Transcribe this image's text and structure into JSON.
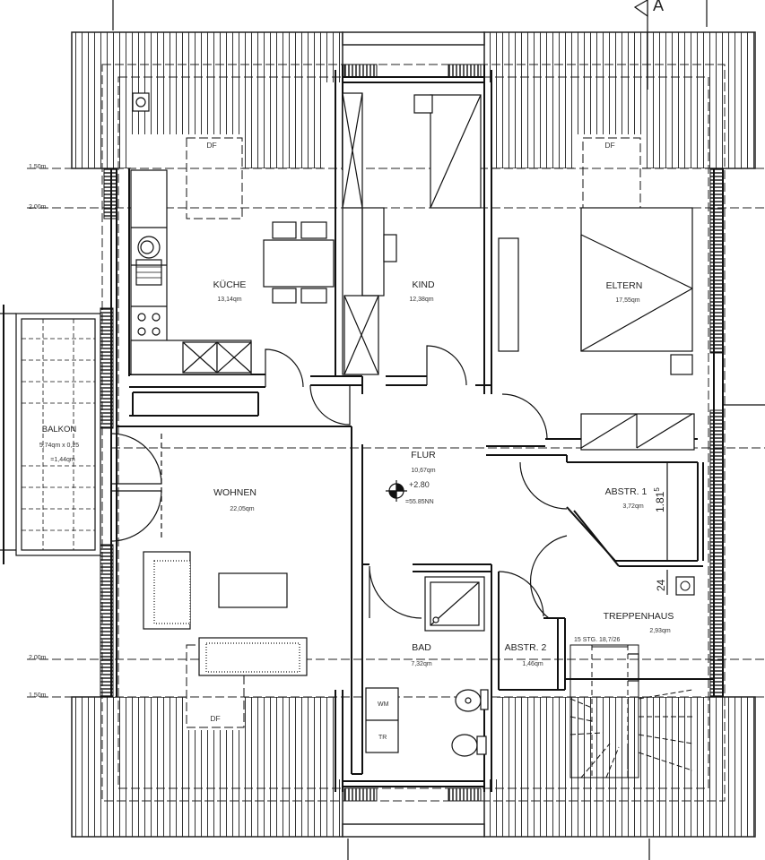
{
  "rooms": {
    "kueche": {
      "name": "KÜCHE",
      "area": "13,14qm"
    },
    "kind": {
      "name": "KIND",
      "area": "12,38qm"
    },
    "eltern": {
      "name": "ELTERN",
      "area": "17,55qm"
    },
    "flur": {
      "name": "FLUR",
      "area": "10,67qm",
      "level_line1": "+2.80",
      "level_line2": "=55.85NN"
    },
    "abstr1": {
      "name": "ABSTR. 1",
      "area": "3,72qm"
    },
    "wohnen": {
      "name": "WOHNEN",
      "area": "22,05qm"
    },
    "bad": {
      "name": "BAD",
      "area": "7,32qm"
    },
    "abstr2": {
      "name": "ABSTR. 2",
      "area": "1,46qm"
    },
    "treppenhaus": {
      "name": "TREPPENHAUS",
      "area": "2,93qm",
      "stairs": "15 STG. 18,7/26"
    },
    "balkon": {
      "name": "BALKON",
      "area_line1": "5,74qm x 0,25",
      "area_line2": "=1,44qm"
    }
  },
  "dormer_label": "DF",
  "appliances": {
    "wm": "WM",
    "tr": "TR"
  },
  "levels": {
    "l150": "1.50m",
    "l200": "2.00m"
  },
  "dimensions": {
    "d1": "1.81",
    "d1_sup": "5",
    "d2": "24"
  },
  "section_mark": "A",
  "colors": {
    "line": "#1a1a1a",
    "roof": "#2a2a2a",
    "wall_fill": "#ffffff",
    "hatch": "#111111"
  }
}
